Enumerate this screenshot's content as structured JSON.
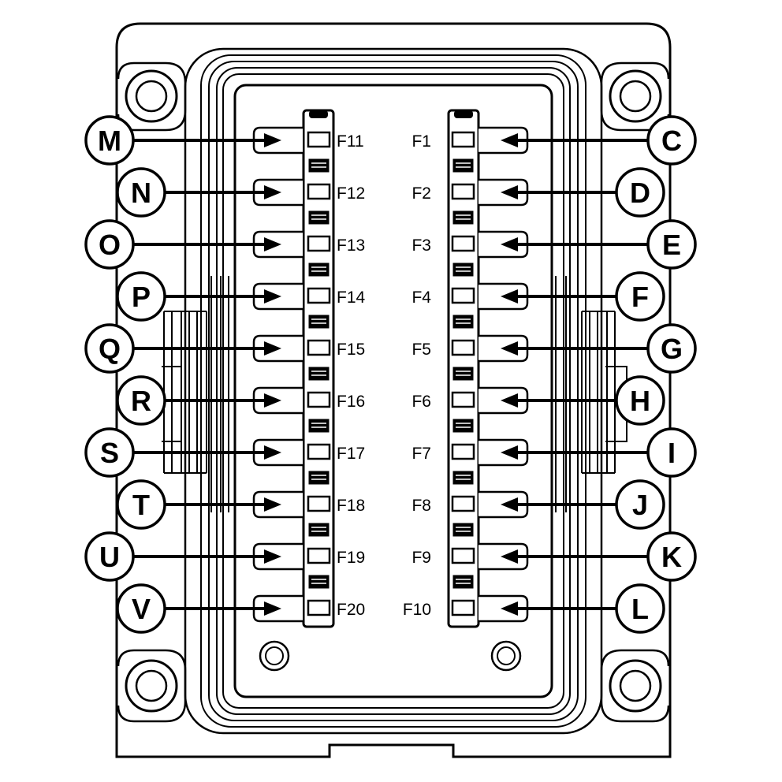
{
  "diagram": {
    "left_fuse_column": [
      {
        "letter": "M",
        "fuse": "F11"
      },
      {
        "letter": "N",
        "fuse": "F12"
      },
      {
        "letter": "O",
        "fuse": "F13"
      },
      {
        "letter": "P",
        "fuse": "F14"
      },
      {
        "letter": "Q",
        "fuse": "F15"
      },
      {
        "letter": "R",
        "fuse": "F16"
      },
      {
        "letter": "S",
        "fuse": "F17"
      },
      {
        "letter": "T",
        "fuse": "F18"
      },
      {
        "letter": "U",
        "fuse": "F19"
      },
      {
        "letter": "V",
        "fuse": "F20"
      }
    ],
    "right_fuse_column": [
      {
        "letter": "C",
        "fuse": "F1"
      },
      {
        "letter": "D",
        "fuse": "F2"
      },
      {
        "letter": "E",
        "fuse": "F3"
      },
      {
        "letter": "F",
        "fuse": "F4"
      },
      {
        "letter": "G",
        "fuse": "F5"
      },
      {
        "letter": "H",
        "fuse": "F6"
      },
      {
        "letter": "I",
        "fuse": "F7"
      },
      {
        "letter": "J",
        "fuse": "F8"
      },
      {
        "letter": "K",
        "fuse": "F9"
      },
      {
        "letter": "L",
        "fuse": "F10"
      }
    ]
  }
}
